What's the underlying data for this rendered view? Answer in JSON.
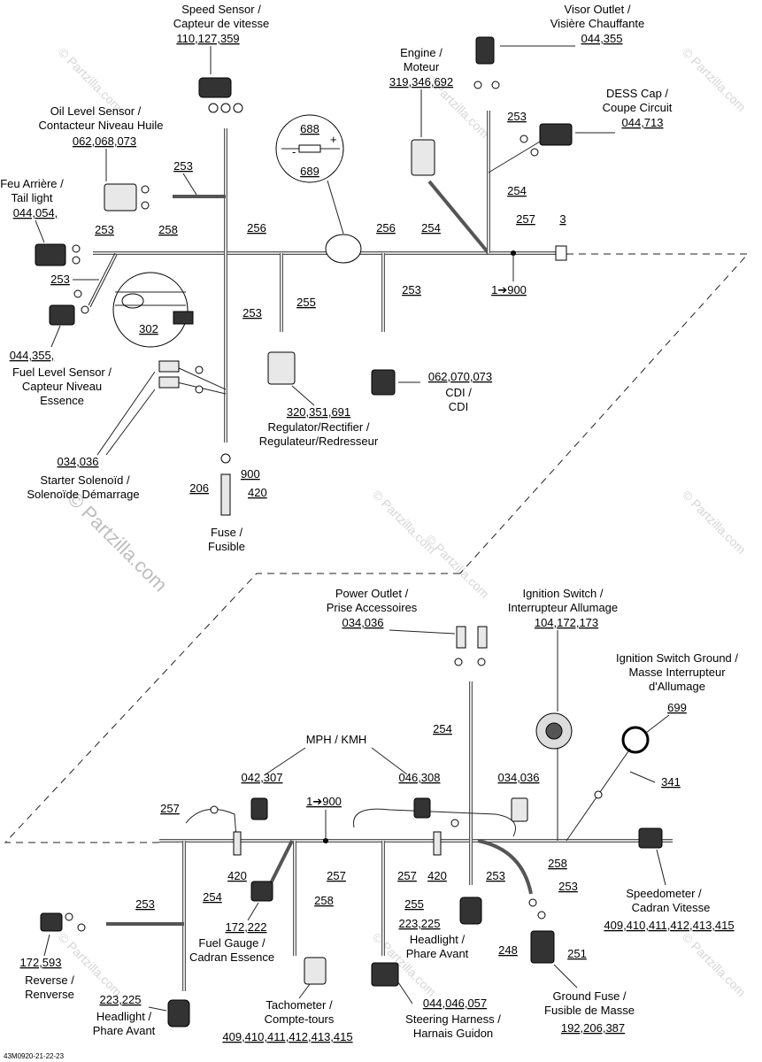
{
  "watermark": "© Partzilla.com",
  "diagram_code": "43M0920-21-22-23",
  "top": {
    "speed_sensor": {
      "name": "Speed Sensor /",
      "name2": "Capteur de vitesse",
      "parts": "110,127,359"
    },
    "visor_outlet": {
      "name": "Visor Outlet /",
      "name2": "Visière Chauffante",
      "parts": "044,355"
    },
    "engine": {
      "name": "Engine /",
      "name2": "Moteur",
      "parts": "319,346,692"
    },
    "dess_cap": {
      "name": "DESS Cap /",
      "name2": "Coupe Circuit",
      "parts": "044,713"
    },
    "oil_level": {
      "name": "Oil Level Sensor /",
      "name2": "Contacteur Niveau Huile",
      "parts": "062,068,073"
    },
    "tail_light": {
      "name": "Feu Arrière /",
      "name2": "Tail light",
      "parts": "044,054,"
    },
    "fuel_level": {
      "parts": "044,355,",
      "name": "Fuel Level Sensor /",
      "name2": "Capteur Niveau",
      "name3": "Essence"
    },
    "starter": {
      "parts": "034,036",
      "name": "Starter Solenoïd /",
      "name2": "Solenoïde Démarrage"
    },
    "fuse": {
      "name": "Fuse /",
      "name2": "Fusible",
      "p206": "206",
      "p900": "900",
      "p420": "420"
    },
    "regulator": {
      "parts": "320,351,691",
      "name": "Regulator/Rectifier /",
      "name2": "Regulateur/Redresseur"
    },
    "cdi": {
      "parts": "062,070,073",
      "name": "CDI /",
      "name2": "CDI"
    },
    "detail": {
      "p688": "688",
      "p689": "689",
      "plus": "+",
      "minus": "-"
    },
    "clip": "302",
    "ground": "1➔900",
    "callouts": {
      "c253a": "253",
      "c253b": "253",
      "c253c": "253",
      "c253d": "253",
      "c253e": "253",
      "c258": "258",
      "c256a": "256",
      "c256b": "256",
      "c254a": "254",
      "c254b": "254",
      "c257": "257",
      "c3": "3",
      "c255": "255"
    }
  },
  "bottom": {
    "power_outlet": {
      "name": "Power Outlet /",
      "name2": "Prise Accessoires",
      "parts": "034,036"
    },
    "ignition_switch": {
      "name": "Ignition Switch /",
      "name2": "Interrupteur Allumage",
      "parts": "104,172,173"
    },
    "ignition_ground": {
      "name": "Ignition Switch Ground /",
      "name2": "Masse Interrupteur",
      "name3": "d'Allumage",
      "parts": "699"
    },
    "mph": "MPH / KMH",
    "speedometer": {
      "name": "Speedometer /",
      "name2": "Cadran Vitesse",
      "parts": "409,410,411,412,413,415"
    },
    "fuel_gauge": {
      "parts": "172,222",
      "name": "Fuel Gauge /",
      "name2": "Cadran Essence"
    },
    "reverse": {
      "parts": "172,593",
      "name": "Reverse /",
      "name2": "Renverse"
    },
    "headlight_l": {
      "parts": "223,225",
      "name": "Headlight /",
      "name2": "Phare Avant"
    },
    "headlight_c": {
      "parts": "223,225",
      "name": "Headlight /",
      "name2": "Phare Avant"
    },
    "tachometer": {
      "name": "Tachometer /",
      "name2": "Compte-tours",
      "parts": "409,410,411,412,413,415"
    },
    "steering": {
      "parts": "044,046,057",
      "name": "Steering Harness /",
      "name2": "Harnais Guidon"
    },
    "ground_fuse": {
      "name": "Ground Fuse /",
      "name2": "Fusible de Masse",
      "parts": "192,206,387"
    },
    "p042": "042,307",
    "p046": "046,308",
    "p034": "034,036",
    "ground": "1➔900",
    "callouts": {
      "c254": "254",
      "c341": "341",
      "c257a": "257",
      "c257b": "257",
      "c257c": "257",
      "c420a": "420",
      "c420b": "420",
      "c253a": "253",
      "c253b": "253",
      "c253c": "253",
      "c258a": "258",
      "c258b": "258",
      "c255": "255",
      "c254b": "254",
      "c248": "248",
      "c251": "251"
    }
  }
}
